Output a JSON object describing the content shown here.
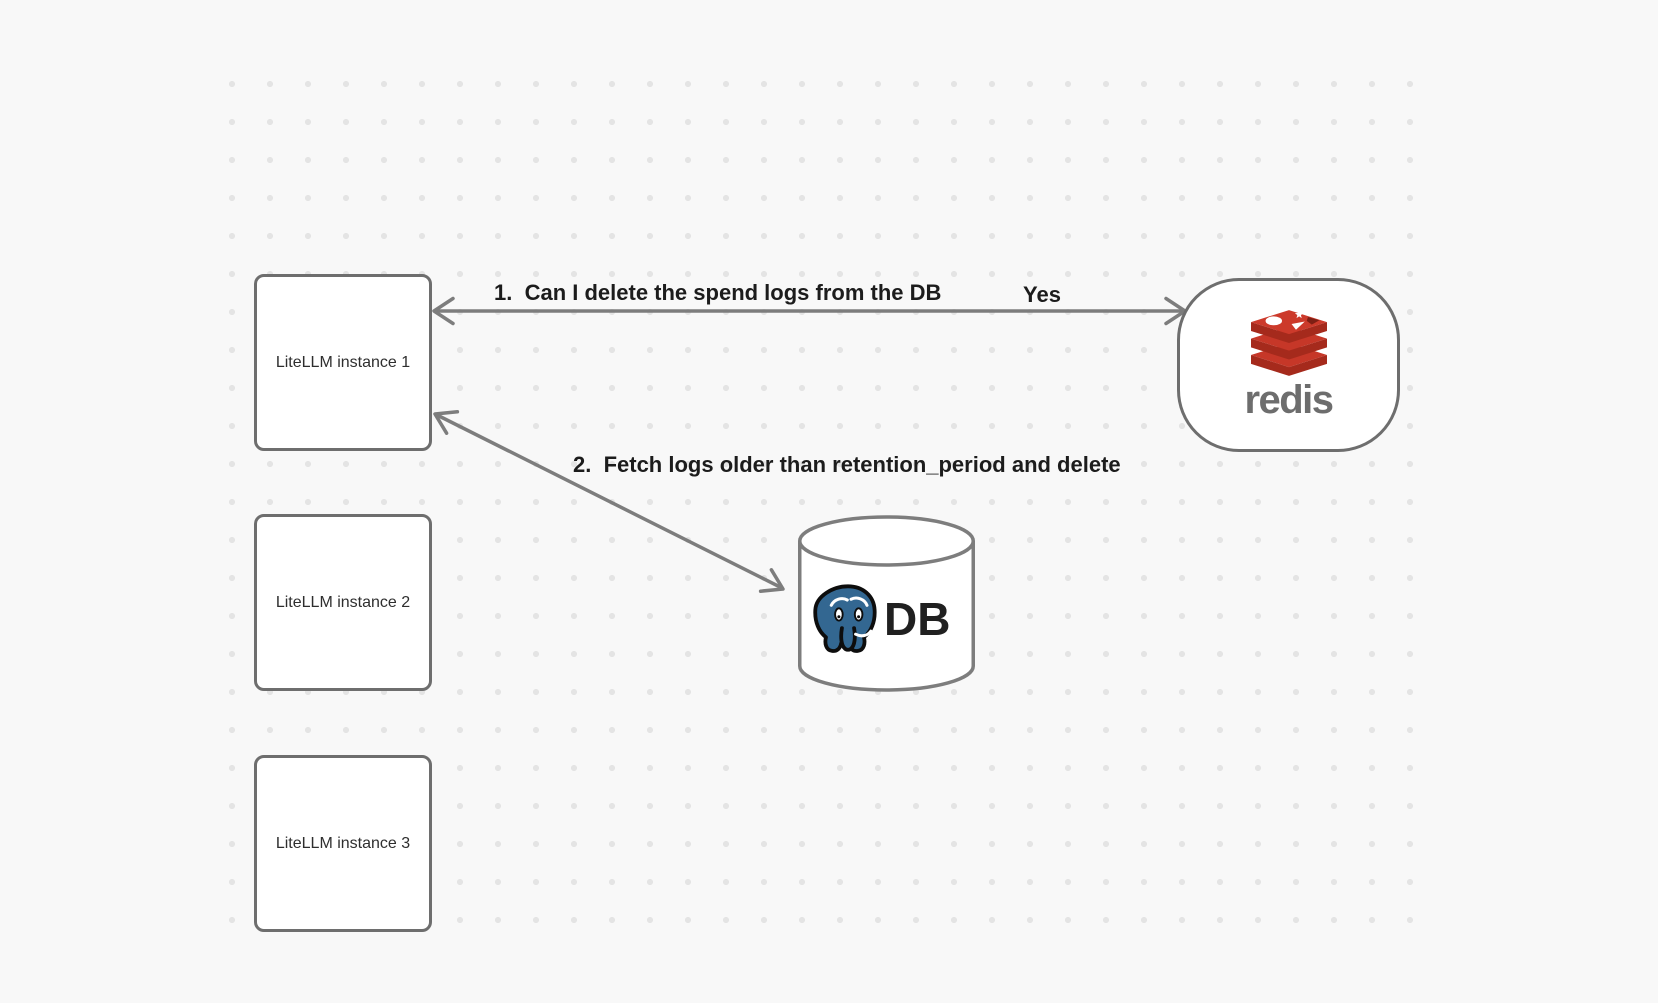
{
  "diagram": {
    "description_domain": "architecture-diagram",
    "nodes": {
      "instances": [
        {
          "label": "LiteLLM instance 1"
        },
        {
          "label": "LiteLLM instance 2"
        },
        {
          "label": "LiteLLM instance 3"
        }
      ],
      "redis": {
        "wordmark": "redis"
      },
      "db": {
        "label": "DB"
      }
    },
    "arrows": {
      "step1": {
        "label": "1.  Can I delete the spend logs from the DB",
        "response": "Yes"
      },
      "step2": {
        "label": "2.  Fetch logs older than retention_period and delete"
      }
    },
    "colors": {
      "background": "#f8f8f8",
      "dot_grid": "#e4e4e4",
      "node_border": "#6e6e6e",
      "arrow_stroke": "#7d7d7d",
      "label_text": "#1c1c1c",
      "redis_red": "#c63728",
      "redis_red_dark": "#a52a1c",
      "redis_wordmark_gray": "#6d6d6d",
      "postgres_blue": "#336791"
    }
  }
}
